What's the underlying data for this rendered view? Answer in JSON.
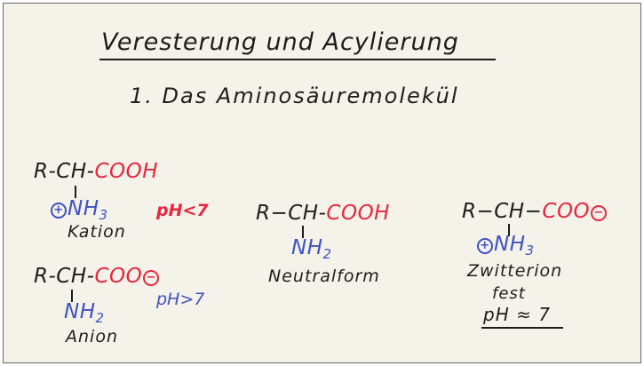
{
  "title": "Veresterung und Acylierung",
  "subtitle": "1. Das Aminosäuremolekül",
  "kation": {
    "backbone": "R-CH-",
    "acid": "COOH",
    "amino_charge": "+",
    "amino": "NH",
    "amino_sub": "3",
    "ph": "pH<7",
    "label": "Kation"
  },
  "anion": {
    "backbone": "R-CH-",
    "acid": "COO",
    "acid_charge": "−",
    "amino": "NH",
    "amino_sub": "2",
    "ph": "pH>7",
    "label": "Anion"
  },
  "neutral": {
    "backbone": "R−CH-",
    "acid": "COOH",
    "amino": "NH",
    "amino_sub": "2",
    "label": "Neutralform"
  },
  "zwitterion": {
    "backbone": "R−CH−",
    "acid": "COO",
    "acid_charge": "−",
    "amino_charge": "+",
    "amino": "NH",
    "amino_sub": "3",
    "label": "Zwitterion",
    "state": "fest",
    "ph": "pH ≈ 7"
  },
  "colors": {
    "acid_group": "#e8263e",
    "amino_group": "#3e52c6",
    "ink": "#1d1d1d",
    "board": "#f4f2e9"
  }
}
